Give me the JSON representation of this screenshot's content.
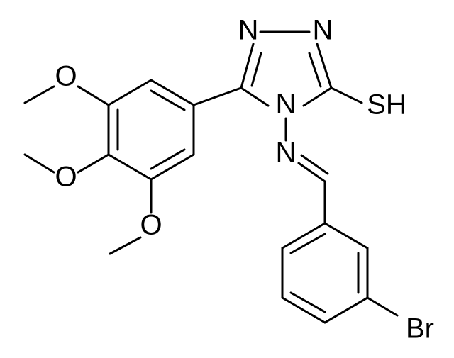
{
  "molecule": {
    "atoms": {
      "n_triazole_left": "N",
      "n_triazole_right": "N",
      "n4": "N",
      "n_imine": "N",
      "thiol": "SH",
      "bromine": "Br",
      "o_top": "O",
      "o_middle": "O",
      "o_bottom": "O"
    }
  }
}
